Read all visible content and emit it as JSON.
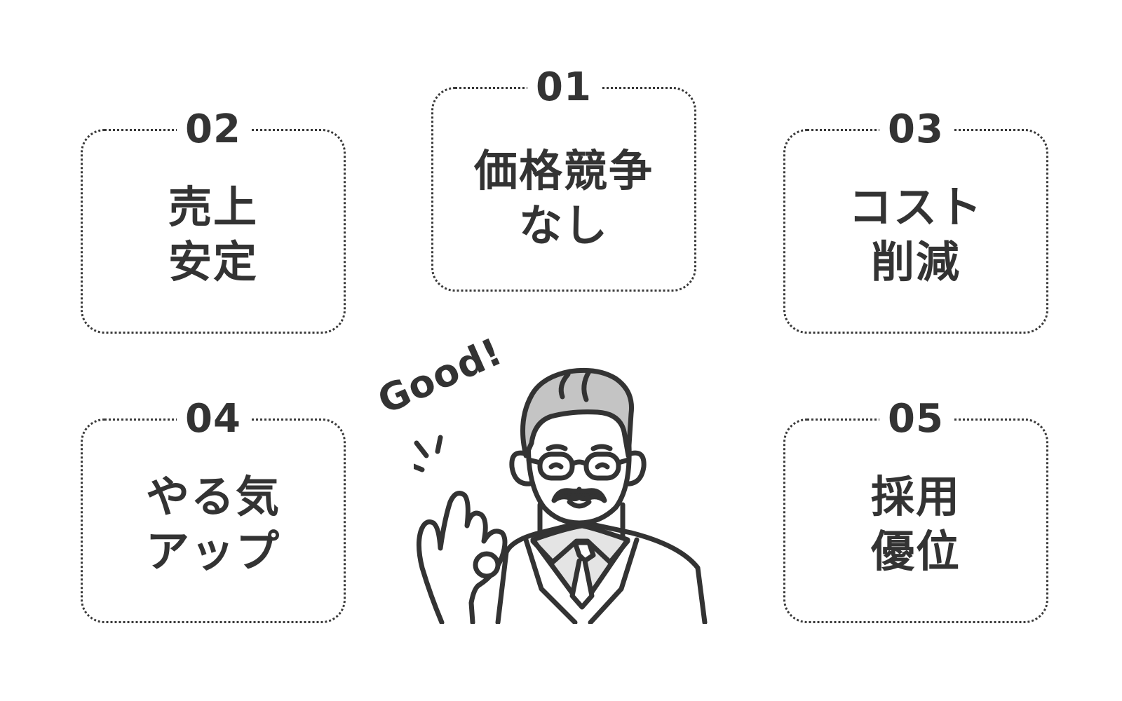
{
  "exclamation": "Good!",
  "items": [
    {
      "number": "01",
      "line1": "価格競争",
      "line2": "なし"
    },
    {
      "number": "02",
      "line1": "売上",
      "line2": "安定"
    },
    {
      "number": "03",
      "line1": "コスト",
      "line2": "削減"
    },
    {
      "number": "04",
      "line1": "やる気",
      "line2": "アップ"
    },
    {
      "number": "05",
      "line1": "採用",
      "line2": "優位"
    }
  ],
  "colors": {
    "text": "#333333",
    "border": "#3a3a3a",
    "hair": "#c4c4c4",
    "vest": "#e4e4e4",
    "background": "#ffffff"
  },
  "illustration": {
    "subject": "elderly-man-ok-sign-icon"
  }
}
